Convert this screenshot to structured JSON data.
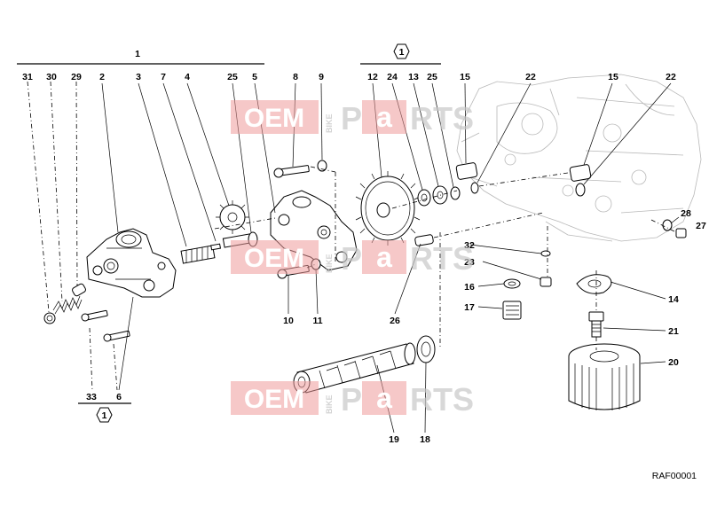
{
  "diagram": {
    "reference_code": "RAF00001",
    "group_labels": {
      "top_left": "1",
      "top_center_marker": "1",
      "bottom_left_marker": "1"
    },
    "part_labels": {
      "p31": "31",
      "p30": "30",
      "p29": "29",
      "p2": "2",
      "p3": "3",
      "p7": "7",
      "p4": "4",
      "p25a": "25",
      "p5": "5",
      "p8": "8",
      "p9": "9",
      "p12": "12",
      "p24": "24",
      "p13": "13",
      "p25b": "25",
      "p15a": "15",
      "p22a": "22",
      "p15b": "15",
      "p22b": "22",
      "p28": "28",
      "p27": "27",
      "p32": "32",
      "p23": "23",
      "p16": "16",
      "p17": "17",
      "p14": "14",
      "p21": "21",
      "p20": "20",
      "p10": "10",
      "p11": "11",
      "p26": "26",
      "p19": "19",
      "p18": "18",
      "p33": "33",
      "p6": "6"
    }
  },
  "watermark": {
    "oem": "OEM",
    "bike": "BIKE",
    "p": "P",
    "a": "a",
    "rts": "RTS"
  }
}
